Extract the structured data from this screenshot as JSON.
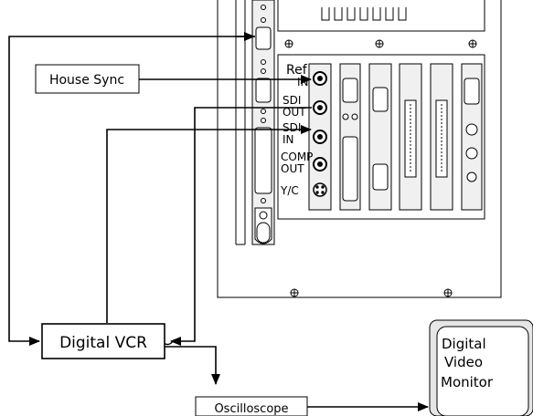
{
  "boxes": {
    "house_sync": "House Sync",
    "digital_vcr": "Digital VCR",
    "oscilloscope": "Oscilloscope",
    "monitor_line1": "Digital",
    "monitor_line2": "Video",
    "monitor_line3": "Monitor"
  },
  "ports": {
    "ref": "Ref",
    "ref_in": "IN",
    "sdi_out_1": "SDI",
    "sdi_out_2": "OUT",
    "sdi_in_1": "SDI",
    "sdi_in_2": "IN",
    "comp_1": "COMP",
    "comp_2": "OUT",
    "yc": "Y/C"
  }
}
